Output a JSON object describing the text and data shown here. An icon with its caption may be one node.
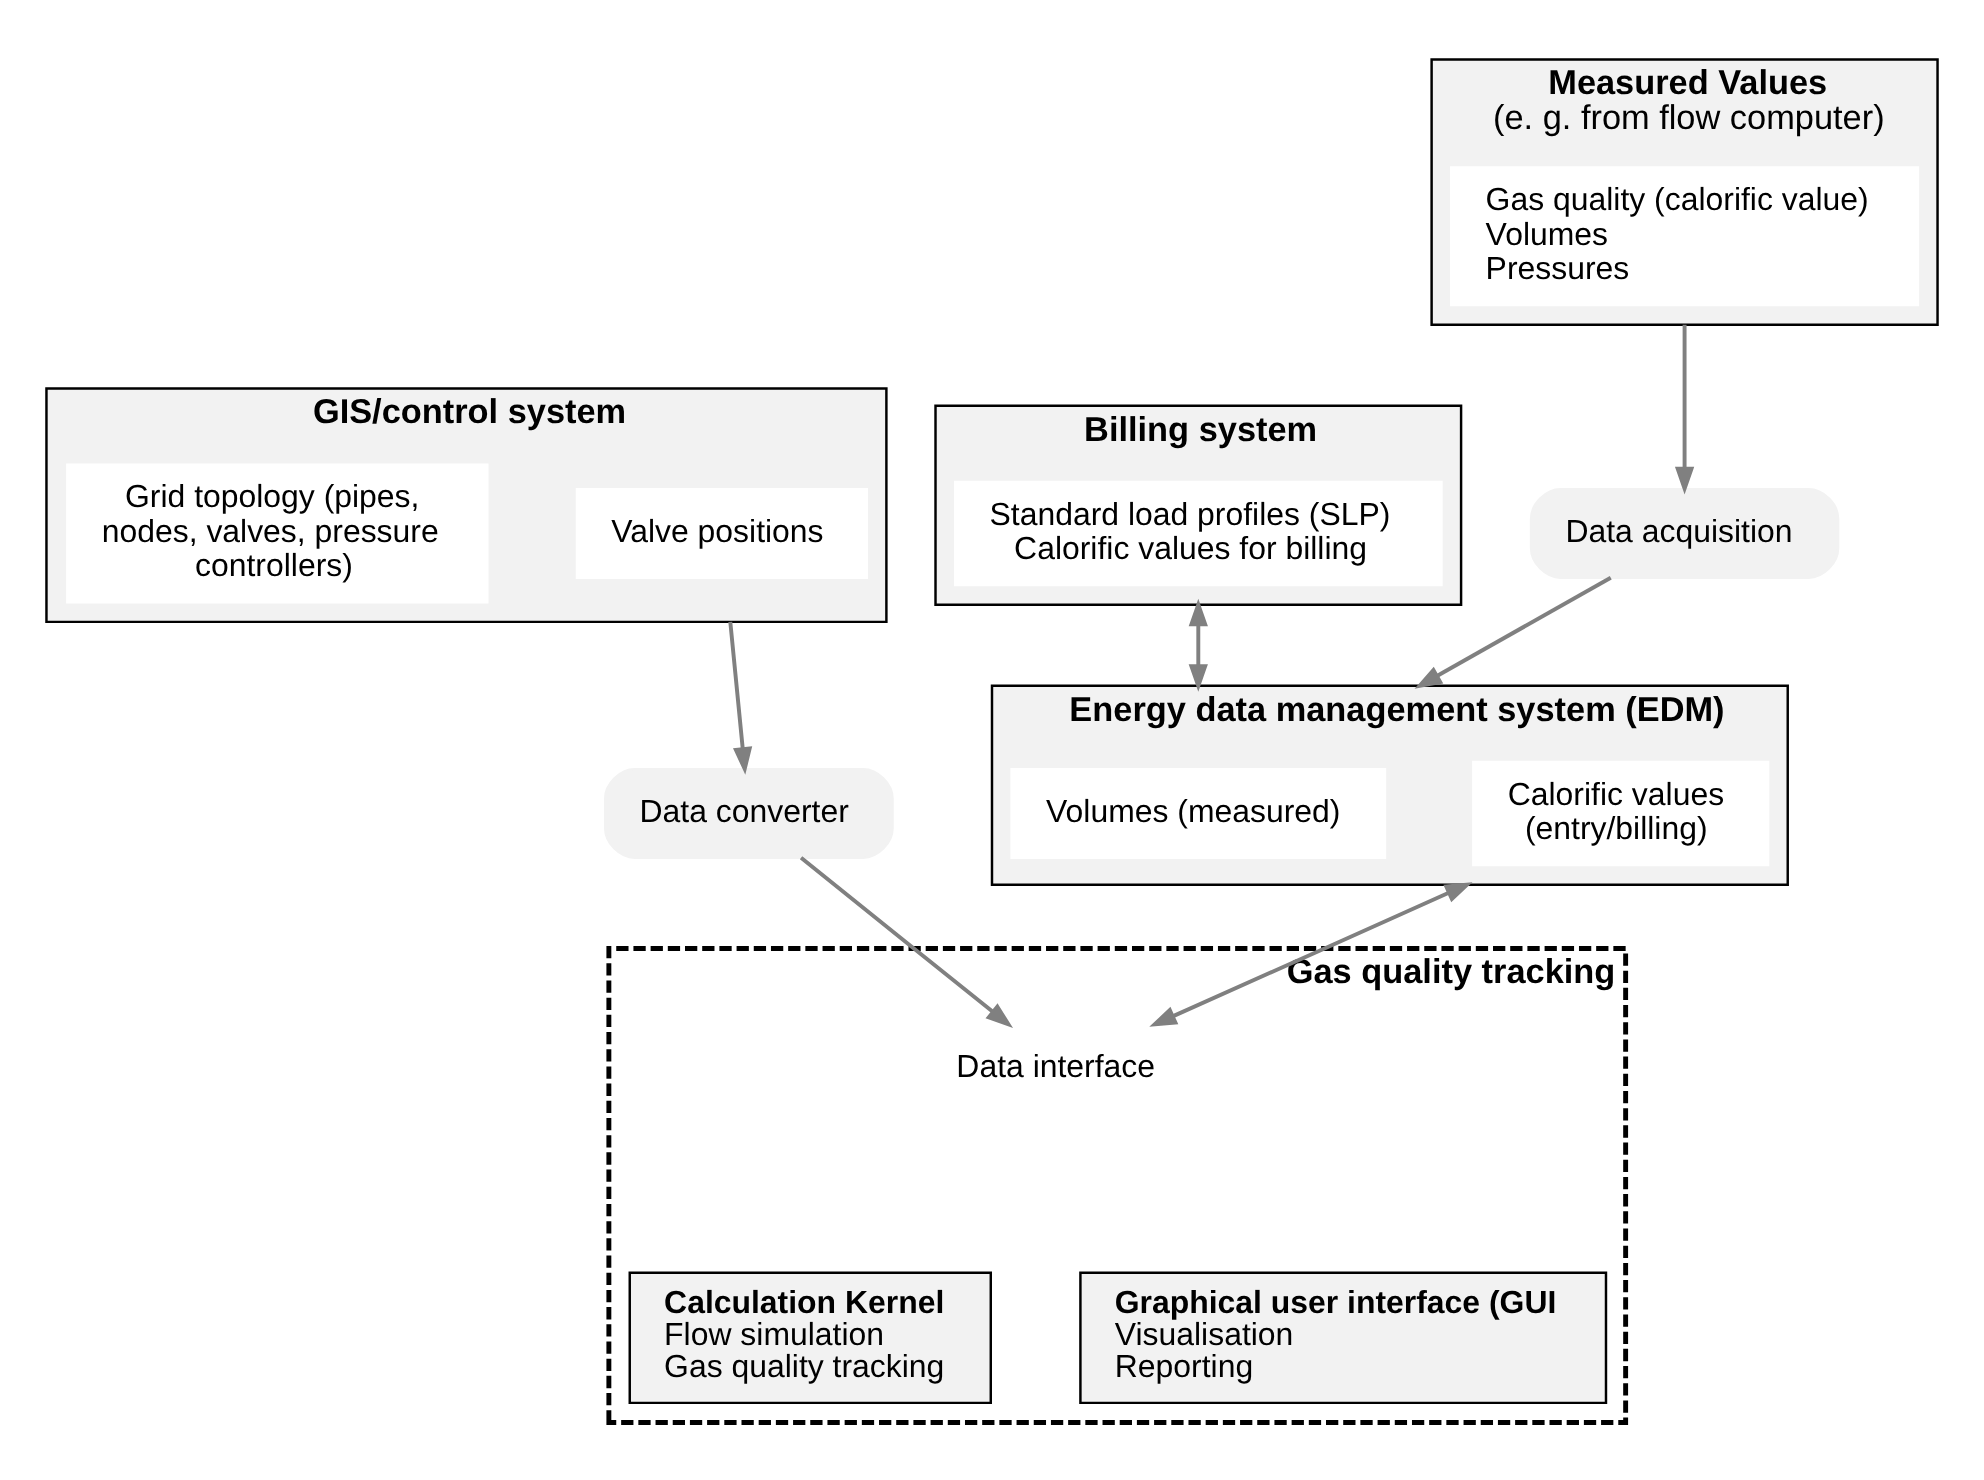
{
  "diagram": {
    "nodes": [
      {
        "text": [
          "GIS/control system"
        ]
      },
      {
        "text": [
          "Grid topology (pipes, nodes, valves, pressure controllers)"
        ],
        "in": 0
      },
      {
        "text": [
          "Valve positions"
        ],
        "in": 0
      },
      {
        "text": [
          "Billing system"
        ]
      },
      {
        "text": [
          "Standard load profiles (SLP)",
          "Calorific values for billing"
        ],
        "in": 3
      },
      {
        "text": [
          "Measured Values",
          "(e. g. from flow computer)"
        ]
      },
      {
        "text": [
          "Gas quality (calorific value)",
          "Volumes",
          "Pressures"
        ],
        "in": 5
      },
      {
        "text": [
          "Energy data management system (EDM)"
        ]
      },
      {
        "text": [
          "Volumes (measured)"
        ],
        "in": 7
      },
      {
        "text": [
          "Calorific values (entry/billing)"
        ],
        "in": 7
      },
      {
        "text": [
          "Data converter"
        ]
      },
      {
        "text": [
          "Data acquisition"
        ]
      },
      {
        "text": [
          "Gas quality tracking"
        ]
      },
      {
        "text": [
          "Data interface"
        ],
        "in": 12
      },
      {
        "text": [
          "Calculation Kernel",
          "Flow simulation",
          "Gas quality tracking"
        ],
        "in": 12
      },
      {
        "text": [
          "Graphical user interface (GUI",
          "Visualisation",
          "Reporting"
        ],
        "in": 12
      }
    ],
    "edges": [
      {
        "from": 3,
        "to": 7,
        "arrow": "both"
      },
      {
        "from": 0,
        "to": 10,
        "arrow": "to"
      },
      {
        "from": 5,
        "to": 11,
        "arrow": "to"
      },
      {
        "from": 11,
        "to": 7,
        "arrow": "to"
      },
      {
        "from": 10,
        "to": 13,
        "arrow": "to"
      },
      {
        "from": 7,
        "to": 13,
        "arrow": "both"
      }
    ]
  }
}
